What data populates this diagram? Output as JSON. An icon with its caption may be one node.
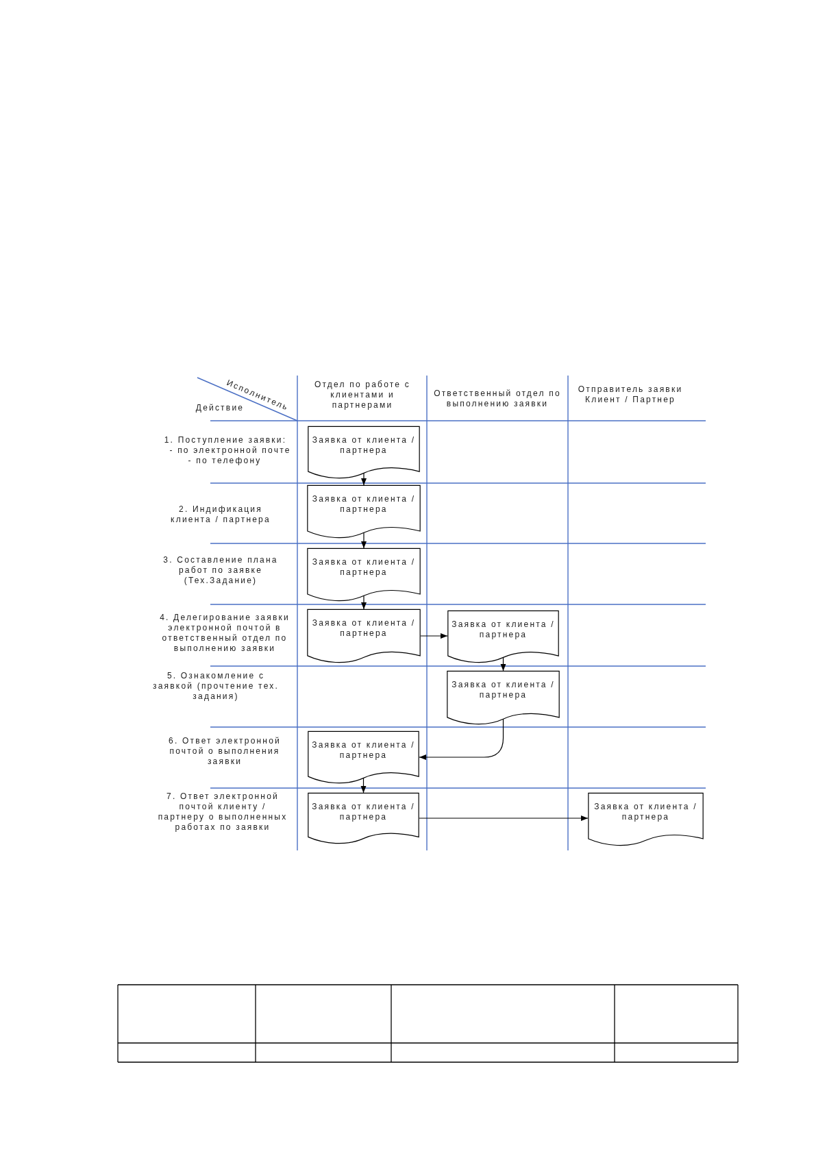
{
  "diagram": {
    "nodes": [
      {
        "text": [
          "Заявка от клиента / партнера"
        ]
      },
      {
        "text": [
          "Заявка от клиента / партнера"
        ]
      },
      {
        "text": [
          "Заявка от клиента / партнера"
        ]
      },
      {
        "text": [
          "Заявка от клиента / партнера"
        ]
      },
      {
        "text": [
          "Заявка от клиента / партнера"
        ]
      },
      {
        "text": [
          "Заявка от клиента / партнера"
        ]
      },
      {
        "text": [
          "Заявка от клиента / партнера"
        ]
      },
      {
        "text": [
          "Заявка от клиента / партнера"
        ]
      },
      {
        "text": [
          "Заявка от клиента / партнера"
        ]
      }
    ],
    "edges": [
      {
        "from": 0,
        "to": 1,
        "arrow": "to"
      },
      {
        "from": 1,
        "to": 2,
        "arrow": "to"
      },
      {
        "from": 2,
        "to": 3,
        "arrow": "to"
      },
      {
        "from": 3,
        "to": 4,
        "arrow": "to"
      },
      {
        "from": 4,
        "to": 5,
        "arrow": "to"
      },
      {
        "from": 5,
        "to": 6,
        "arrow": "to"
      },
      {
        "from": 6,
        "to": 7,
        "arrow": "to"
      },
      {
        "from": 7,
        "to": 8,
        "arrow": "to"
      }
    ],
    "labels": [
      "Исполнитель",
      "Действие",
      "Отдел по работе с клиентами и партнерами",
      "Ответственный отдел по выполнению заявки",
      "Отправитель заявки Клиент / Партнер",
      "1. Поступление заявки:",
      "- по электронной почте",
      "- по телефону",
      "2. Индификация клиента / партнера",
      "3. Составление плана работ по заявке (Тех.Задание)",
      "4. Делегирование заявки электронной почтой в ответственный отдел по выполнению заявки",
      "5. Ознакомление с заявкой (прочтение тех. задания)",
      "6. Ответ электронной почтой о выполнения заявки",
      "7. Ответ электронной почтой клиенту / партнеру о выполненных работах по заявки"
    ]
  }
}
